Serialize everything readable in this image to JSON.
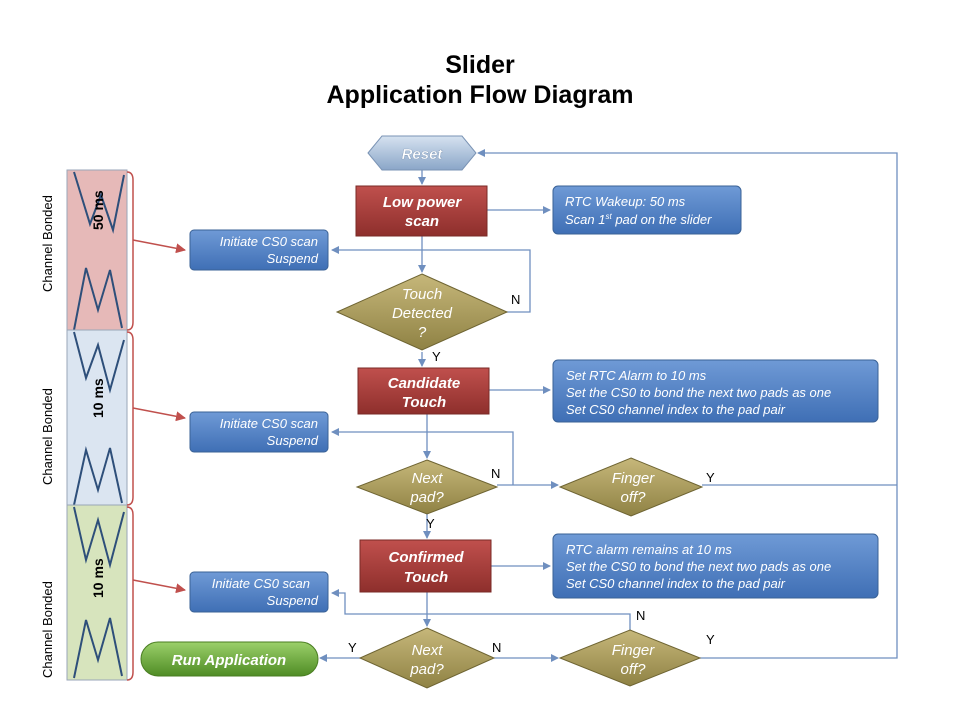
{
  "title": {
    "line1": "Slider",
    "line2": "Application Flow Diagram"
  },
  "colors": {
    "red_box": "#a8403a",
    "blue_box": "#4f82c8",
    "diamond": "#a79a5a",
    "green": "#6fae3c",
    "reset": "#a9bfd8",
    "line": "#6f8fbf",
    "arrow_red": "#c0504d",
    "band_pink": "#e6b9b8",
    "band_blue": "#dbe5f1",
    "band_green": "#d7e4bd"
  },
  "side": {
    "band1": {
      "label": "Channel Bonded",
      "time": "50 ms"
    },
    "band2": {
      "label": "Channel Bonded",
      "time": "10 ms"
    },
    "band3": {
      "label": "Channel Bonded",
      "time": "10 ms"
    }
  },
  "nodes": {
    "reset": "Reset",
    "low_power": [
      "Low power",
      "scan"
    ],
    "rtc1": {
      "line1": "RTC Wakeup: 50 ms",
      "line2_pre": "Scan 1",
      "line2_sup": "st",
      "line2_post": " pad on the slider"
    },
    "init1": [
      "Initiate CS0 scan",
      "Suspend"
    ],
    "touch_detected": [
      "Touch",
      "Detected",
      "?"
    ],
    "candidate": [
      "Candidate",
      "Touch"
    ],
    "set_rtc": [
      "Set RTC Alarm to 10 ms",
      "Set the CS0 to bond the next two pads as one",
      "Set CS0 channel index to the pad pair"
    ],
    "init2": [
      "Initiate CS0 scan",
      "Suspend"
    ],
    "next_pad1": [
      "Next",
      "pad?"
    ],
    "finger_off1": [
      "Finger",
      "off?"
    ],
    "confirmed": [
      "Confirmed",
      "Touch"
    ],
    "rtc_remains": [
      "RTC alarm remains at 10 ms",
      "Set the CS0 to bond the next two pads as one",
      "Set CS0 channel index to the pad pair"
    ],
    "init3": [
      "Initiate CS0 scan",
      "Suspend"
    ],
    "next_pad2": [
      "Next",
      "pad?"
    ],
    "finger_off2": [
      "Finger",
      "off?"
    ],
    "run_app": "Run Application"
  },
  "edge_labels": {
    "touch_no": "N",
    "touch_yes": "Y",
    "next1_no": "N",
    "next1_yes": "Y",
    "finger1_yes": "Y",
    "next2_yes": "Y",
    "next2_no": "N",
    "finger2_no": "N",
    "finger2_yes": "Y"
  }
}
